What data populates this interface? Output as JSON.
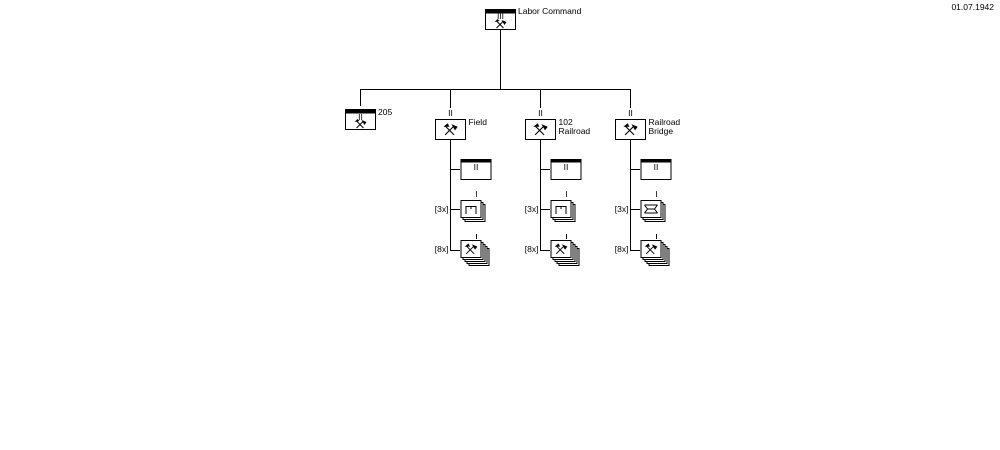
{
  "date": "01.07.1942",
  "hq": {
    "label": "Labor Command",
    "echelon": "III"
  },
  "independent_unit": {
    "label": "205",
    "echelon": "II"
  },
  "battalions": [
    {
      "label_lines": [
        "Field"
      ],
      "echelon": "II",
      "staff_echelon": "II",
      "company_echelon": "I",
      "company_count": "[3x]",
      "platoon_count": "[8x]",
      "company_type": "staff"
    },
    {
      "label_lines": [
        "102",
        "Railroad"
      ],
      "echelon": "II",
      "staff_echelon": "II",
      "company_echelon": "I",
      "company_count": "[3x]",
      "platoon_count": "[8x]",
      "company_type": "railroad"
    },
    {
      "label_lines": [
        "Railroad",
        "Bridge"
      ],
      "echelon": "II",
      "staff_echelon": "II",
      "company_echelon": "I",
      "company_count": "[3x]",
      "platoon_count": "[8x]",
      "company_type": "bridge"
    }
  ]
}
